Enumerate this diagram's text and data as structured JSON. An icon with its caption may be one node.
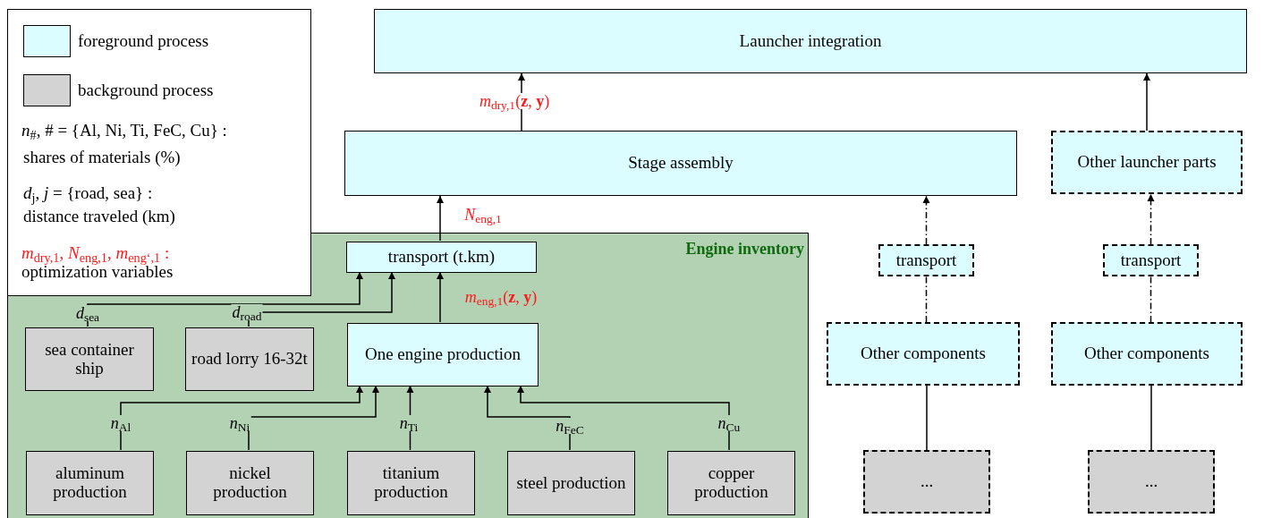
{
  "diagram": {
    "nodes": [
      {
        "text": [
          "Launcher integration"
        ]
      },
      {
        "text": [
          "Stage assembly"
        ]
      },
      {
        "text": [
          "Other launcher parts"
        ]
      },
      {
        "text": [
          "Engine inventory"
        ]
      },
      {
        "text": [
          "transport (t.km)"
        ],
        "in": 3
      },
      {
        "text": [
          "One engine production"
        ],
        "in": 3
      },
      {
        "text": [
          "sea container ship"
        ],
        "in": 3
      },
      {
        "text": [
          "road lorry 16-32t"
        ],
        "in": 3
      },
      {
        "text": [
          "aluminum production"
        ],
        "in": 3
      },
      {
        "text": [
          "nickel production"
        ],
        "in": 3
      },
      {
        "text": [
          "titanium production"
        ],
        "in": 3
      },
      {
        "text": [
          "steel production"
        ],
        "in": 3
      },
      {
        "text": [
          "copper production"
        ],
        "in": 3
      },
      {
        "text": [
          "transport"
        ]
      },
      {
        "text": [
          "Other components"
        ]
      },
      {
        "text": [
          "..."
        ]
      },
      {
        "text": [
          "transport"
        ]
      },
      {
        "text": [
          "Other components"
        ]
      },
      {
        "text": [
          "..."
        ]
      }
    ],
    "edges": [
      {
        "from": 1,
        "to": 0,
        "arrow": "to",
        "label": "*m*$_{dry,1}$(**z**, **y**)"
      },
      {
        "from": 4,
        "to": 1,
        "arrow": "to",
        "label": "*N*$_{eng,1}$"
      },
      {
        "from": 5,
        "to": 4,
        "arrow": "to",
        "label": "*m*$_{eng,1}$(**z**, **y**)"
      },
      {
        "from": 6,
        "to": 4,
        "arrow": "to",
        "label": "*d*$_{sea}$"
      },
      {
        "from": 7,
        "to": 4,
        "arrow": "to",
        "label": "*d*$_{road}$"
      },
      {
        "from": 8,
        "to": 5,
        "arrow": "to",
        "label": "*n*$_{Al}$"
      },
      {
        "from": 9,
        "to": 5,
        "arrow": "to",
        "label": "*n*$_{Ni}$"
      },
      {
        "from": 10,
        "to": 5,
        "arrow": "to",
        "label": "*n*$_{Ti}$"
      },
      {
        "from": 11,
        "to": 5,
        "arrow": "to",
        "label": "*n*$_{FeC}$"
      },
      {
        "from": 12,
        "to": 5,
        "arrow": "to",
        "label": "*n*$_{Cu}$"
      },
      {
        "from": 13,
        "to": 1,
        "arrow": "to",
        "style": "dashed"
      },
      {
        "from": 14,
        "to": 13,
        "arrow": "none",
        "style": "dashed"
      },
      {
        "from": 15,
        "to": 14,
        "arrow": "none"
      },
      {
        "from": 16,
        "to": 2,
        "arrow": "to",
        "style": "dashed"
      },
      {
        "from": 17,
        "to": 16,
        "arrow": "none",
        "style": "dashed"
      },
      {
        "from": 18,
        "to": 17,
        "arrow": "none"
      },
      {
        "from": 2,
        "to": 0,
        "arrow": "to"
      }
    ],
    "labels": [
      "*n*$_{#}$, # = {Al, Ni, Ti, FeC, Cu} :",
      "shares of materials (%)",
      "*d*$_{j}$, *j* = {road, sea} :",
      "distance traveled (km)",
      "*m*$_{dry,1}$, *N*$_{eng,1}$, *m*$_{eng‘,1}$ :",
      "optimization variables"
    ],
    "legend": [
      {
        "text": "foreground process",
        "color": "#dcfdff"
      },
      {
        "text": "background process",
        "color": "#d3d3d3"
      }
    ]
  }
}
